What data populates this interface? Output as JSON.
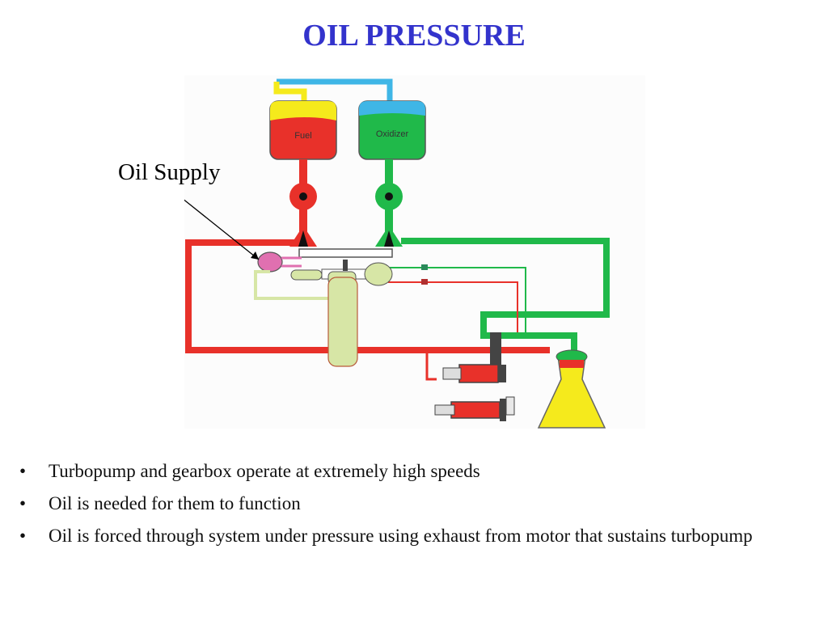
{
  "slide": {
    "title": "OIL PRESSURE",
    "callout_label": "Oil Supply",
    "bullet_glyph": "•",
    "bullets": [
      "Turbopump and gearbox operate at extremely high speeds",
      "Oil is needed for them to function",
      "Oil is forced through system under pressure using exhaust from motor that sustains turbopump"
    ]
  },
  "diagram": {
    "fuel_tank_label": "Fuel",
    "oxidizer_tank_label": "Oxidizer",
    "colors": {
      "title": "#3333cc",
      "fuel": "#e8312a",
      "fuel_cap": "#f5ea1c",
      "oxidizer": "#20b94a",
      "oxidizer_cap": "#3fb6e6",
      "oil": "#e070b0",
      "gearbox": "#d7e6a6",
      "nozzle": "#f5ea1c"
    }
  }
}
